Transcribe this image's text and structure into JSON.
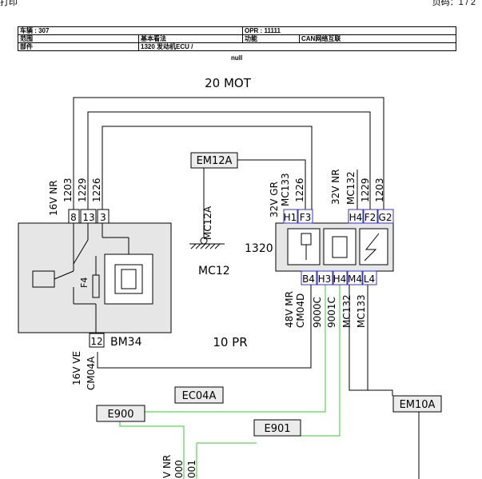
{
  "page": {
    "top_left": "打印",
    "top_right": "页码：1 / 2"
  },
  "info_table": {
    "row1": {
      "vehicle": "车辆 : 307",
      "opr": "OPR : 11111"
    },
    "row2": {
      "scope_label": "范围",
      "scope_value": "基本看法",
      "func_label": "功能",
      "func_value": "CAN网络互联"
    },
    "row3": {
      "part_label": "部件",
      "part_value": "1320 发动机ECU /"
    }
  },
  "null_text": "null",
  "diagram": {
    "title_top": "20 MOT",
    "title_mid": "10 PR",
    "ecu_id": "1320",
    "bm_id": "BM34",
    "fuse": "F4",
    "ground": "MC12",
    "ground_wire": "MC12A",
    "left_harness": {
      "wire_label": "16V NR",
      "wires": [
        "1203",
        "1229",
        "1226"
      ],
      "pins": [
        "8",
        "13",
        "3"
      ]
    },
    "ecu_top": {
      "group1_label": "32V GR",
      "group1_wires": [
        "MC133",
        "1226"
      ],
      "group1_pins": [
        "H1",
        "F3"
      ],
      "group2_label": "32V NR",
      "group2_wires": [
        "MC132",
        "1229",
        "1203"
      ],
      "group2_pins": [
        "H4",
        "F2",
        "G2"
      ]
    },
    "ecu_bottom": {
      "pins": [
        "B4",
        "H3",
        "H4",
        "M4",
        "L4"
      ],
      "wire_label": "48V MR",
      "wires": [
        "CM04D",
        "9000C",
        "9001C",
        "MC132",
        "MC133"
      ]
    },
    "bm_bottom": {
      "pin": "12",
      "wire_label": "16V VE",
      "wire": "CM04A"
    },
    "connectors": [
      "EM12A",
      "EC04A",
      "E900",
      "E901",
      "EM10A"
    ],
    "bottom_wires": {
      "label": "V NR",
      "wires": [
        "000",
        "001"
      ]
    },
    "colors": {
      "line": "#000000",
      "green": "#33cc33",
      "pin_border": "#3333cc",
      "box_fill": "#e6e6e6",
      "conn_fill": "#ececec"
    }
  }
}
